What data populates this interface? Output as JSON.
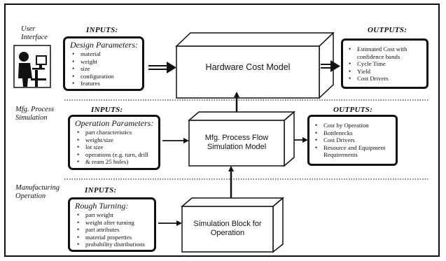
{
  "lanes": {
    "user_interface": "User Interface",
    "mfg_process": "Mfg. Process Simulation",
    "manufacturing": "Manufacturing Operation"
  },
  "headers": {
    "inputs_1": "INPUTS:",
    "inputs_2": "INPUTS:",
    "inputs_3": "INPUTS:",
    "outputs_1": "OUTPUTS:",
    "outputs_2": "OUTPUTS:"
  },
  "design_params": {
    "title": "Design Parameters:",
    "items": [
      "material",
      "weight",
      "size",
      "configuration",
      "features"
    ]
  },
  "operation_params": {
    "title": "Operation Parameters:",
    "items": [
      "part characteristics",
      "weight/size",
      "lot size",
      "operations (e.g. turn, drill",
      "& ream 25 holes)"
    ]
  },
  "rough_turning": {
    "title": "Rough Turning:",
    "items": [
      "part weight",
      "weight after turning",
      "part attributes",
      "material properties",
      "probability distributions"
    ]
  },
  "blocks": {
    "hardware": "Hardware Cost Model",
    "process_flow_1": "Mfg. Process Flow",
    "process_flow_2": "Simulation Model",
    "sim_block_1": "Simulation Block for",
    "sim_block_2": "Operation"
  },
  "outputs_top": [
    "Estimated Cost with confidence bands",
    "Cycle Time",
    "Yield",
    "Cost Drivers"
  ],
  "outputs_mid": [
    "Cost by Operation",
    "Bottlenecks",
    "Cost Drivers",
    "Resource and Equipment Requirements"
  ]
}
